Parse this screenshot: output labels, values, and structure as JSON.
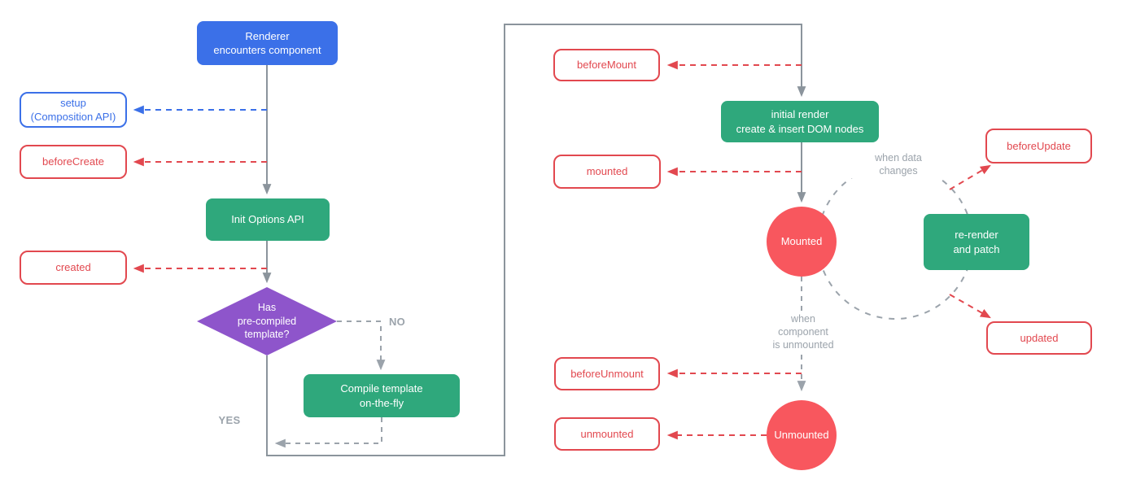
{
  "colors": {
    "blue": "#3b70e8",
    "green": "#2fa87c",
    "purple": "#8e55cb",
    "red_fill": "#f8575e",
    "red_stroke": "#e2484f",
    "gray_line": "#8b949c",
    "gray_dash": "#9ba3ab"
  },
  "nodes": {
    "renderer": {
      "label": "Renderer\nencounters component",
      "kind": "process"
    },
    "setup": {
      "label": "setup\n(Composition API)",
      "kind": "hook"
    },
    "before_create": {
      "label": "beforeCreate",
      "kind": "hook"
    },
    "init_options": {
      "label": "Init Options API",
      "kind": "process"
    },
    "created": {
      "label": "created",
      "kind": "hook"
    },
    "has_precompiled_template": {
      "label": "Has\npre-compiled\ntemplate?",
      "kind": "decision"
    },
    "compile_template": {
      "label": "Compile template\non-the-fly",
      "kind": "process"
    },
    "before_mount": {
      "label": "beforeMount",
      "kind": "hook"
    },
    "initial_render": {
      "label": "initial render\ncreate & insert DOM nodes",
      "kind": "process"
    },
    "mounted_hook": {
      "label": "mounted",
      "kind": "hook"
    },
    "mounted_state": {
      "label": "Mounted",
      "kind": "state"
    },
    "before_update": {
      "label": "beforeUpdate",
      "kind": "hook"
    },
    "re_render": {
      "label": "re-render\nand patch",
      "kind": "process"
    },
    "updated": {
      "label": "updated",
      "kind": "hook"
    },
    "before_unmount": {
      "label": "beforeUnmount",
      "kind": "hook"
    },
    "unmounted_hook": {
      "label": "unmounted",
      "kind": "hook"
    },
    "unmounted_state": {
      "label": "Unmounted",
      "kind": "state"
    }
  },
  "edge_labels": {
    "no": "NO",
    "yes": "YES",
    "when_data_changes": "when data\nchanges",
    "when_component_unmounted": "when\ncomponent\nis unmounted"
  }
}
